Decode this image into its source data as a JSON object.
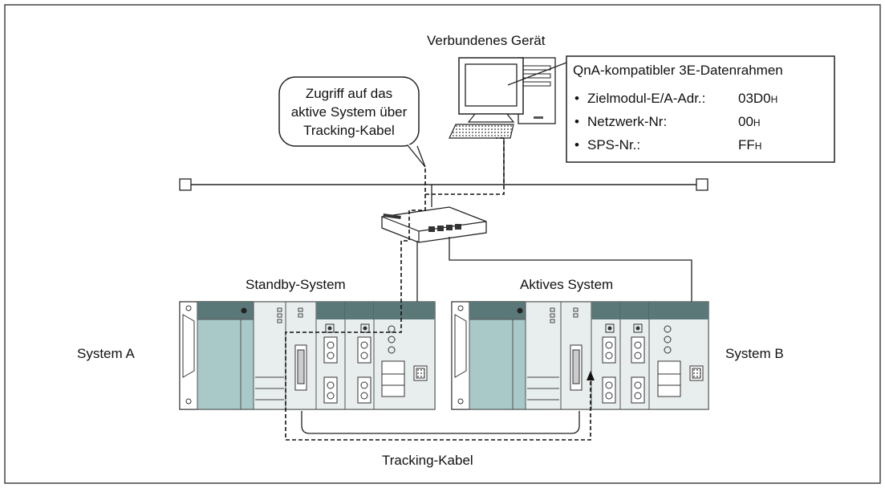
{
  "labels": {
    "connected_device": "Verbundenes Gerät",
    "callout_line1": "Zugriff auf das",
    "callout_line2": "aktive System über",
    "callout_line3": "Tracking-Kabel",
    "standby_system": "Standby-System",
    "active_system": "Aktives System",
    "system_a": "System A",
    "system_b": "System B",
    "tracking_cable": "Tracking-Kabel"
  },
  "info_box": {
    "title": "QnA-kompatibler 3E-Datenrahmen",
    "rows": [
      {
        "bullet": "•",
        "label": "Zielmodul-E/A-Adr.:",
        "value": "03D0",
        "suffix": "H"
      },
      {
        "bullet": "•",
        "label": "Netzwerk-Nr:",
        "value": "00",
        "suffix": "H"
      },
      {
        "bullet": "•",
        "label": "SPS-Nr.:",
        "value": "FF",
        "suffix": "H"
      }
    ]
  },
  "colors": {
    "module_fill": "#a9c8c8",
    "module_dark": "#5b7878",
    "panel_light": "#e8eded",
    "line": "#333333"
  }
}
